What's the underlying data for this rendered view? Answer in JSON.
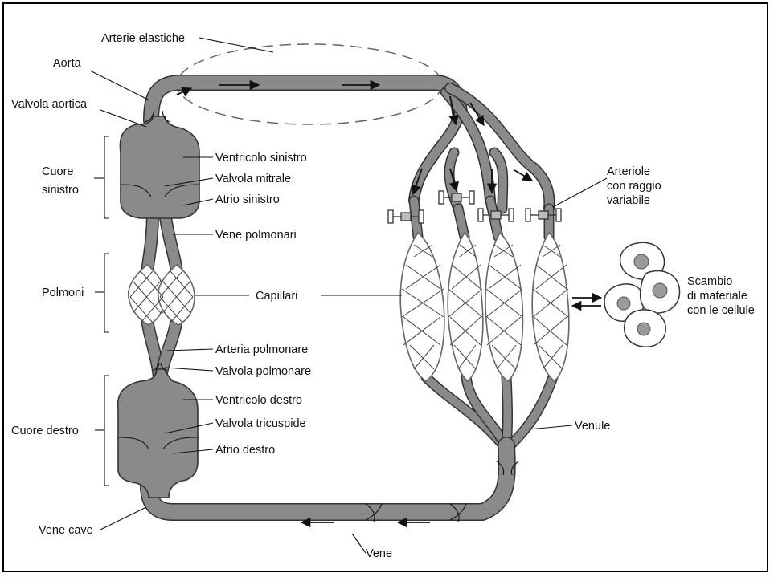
{
  "labels": {
    "arterie_elastiche": "Arterie elastiche",
    "aorta": "Aorta",
    "valvola_aortica": "Valvola aortica",
    "cuore_sinistro_1": "Cuore",
    "cuore_sinistro_2": "sinistro",
    "ventricolo_sinistro": "Ventricolo sinistro",
    "valvola_mitrale": "Valvola mitrale",
    "atrio_sinistro": "Atrio sinistro",
    "vene_polmonari": "Vene polmonari",
    "polmoni": "Polmoni",
    "capillari": "Capillari",
    "arteria_polmonare": "Arteria polmonare",
    "valvola_polmonare": "Valvola polmonare",
    "ventricolo_destro": "Ventricolo destro",
    "cuore_destro": "Cuore destro",
    "valvola_tricuspide": "Valvola tricuspide",
    "atrio_destro": "Atrio destro",
    "vene_cave": "Vene cave",
    "vene": "Vene",
    "venule": "Venule",
    "arteriole_1": "Arteriole",
    "arteriole_2": "con raggio",
    "arteriole_3": "variabile",
    "scambio_1": "Scambio",
    "scambio_2": "di materiale",
    "scambio_3": "con le cellule"
  },
  "colors": {
    "vessel": "#8a8a8a",
    "outline": "#333333",
    "background": "#ffffff"
  }
}
